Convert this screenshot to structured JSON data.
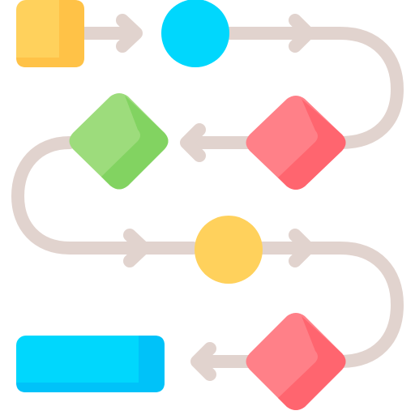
{
  "diagram": {
    "kind": "flowchart-icon",
    "flow": [
      "start-square",
      "process-circle",
      "decision-diamond",
      "decision-diamond",
      "process-circle",
      "decision-diamond",
      "end-rectangle"
    ],
    "colors": {
      "connector": "#e1d3ce",
      "yellow": "#ffd15c",
      "yellow_shade": "#ffc247",
      "blue": "#00d7fd",
      "blue_shade": "#00c2f9",
      "green": "#9ddc7c",
      "green_shade": "#82d361",
      "red": "#ff8088",
      "red_shade": "#ff656f"
    },
    "nodes": [
      {
        "id": "start-square",
        "shape": "rounded-square",
        "color": "yellow"
      },
      {
        "id": "process-circle-top",
        "shape": "circle",
        "color": "blue"
      },
      {
        "id": "decision-diamond-right-1",
        "shape": "rounded-diamond",
        "color": "red"
      },
      {
        "id": "decision-diamond-left",
        "shape": "rounded-diamond",
        "color": "green"
      },
      {
        "id": "process-circle-middle",
        "shape": "circle",
        "color": "yellow"
      },
      {
        "id": "decision-diamond-right-2",
        "shape": "rounded-diamond",
        "color": "red"
      },
      {
        "id": "end-rectangle",
        "shape": "rounded-rectangle",
        "color": "blue"
      }
    ]
  }
}
